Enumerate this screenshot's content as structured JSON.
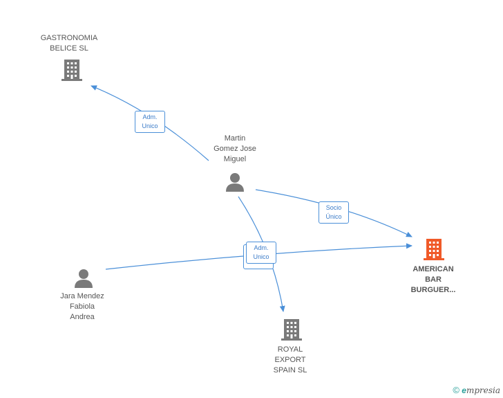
{
  "nodes": {
    "gastronomia": {
      "lines": [
        "GASTRONOMIA",
        "BELICE SL"
      ],
      "kind": "company"
    },
    "martin": {
      "lines": [
        "Martin",
        "Gomez Jose",
        "Miguel"
      ],
      "kind": "person"
    },
    "jara": {
      "lines": [
        "Jara Mendez",
        "Fabiola",
        "Andrea"
      ],
      "kind": "person"
    },
    "royal": {
      "lines": [
        "ROYAL",
        "EXPORT",
        "SPAIN SL"
      ],
      "kind": "company"
    },
    "american": {
      "lines": [
        "AMERICAN",
        "BAR",
        "BURGUER..."
      ],
      "kind": "company-focus"
    }
  },
  "edges": {
    "martin_gastronomia": [
      "Adm.",
      "Unico"
    ],
    "martin_american": [
      "Socio",
      "Único"
    ],
    "royal_adm": [
      "Adm.",
      "Unico"
    ]
  },
  "colors": {
    "edge": "#4a8fd8",
    "company": "#7a7a7a",
    "person": "#7a7a7a",
    "focus": "#f05a28"
  },
  "brand": {
    "copyright": "©",
    "initial": "e",
    "name": "mpresia"
  }
}
